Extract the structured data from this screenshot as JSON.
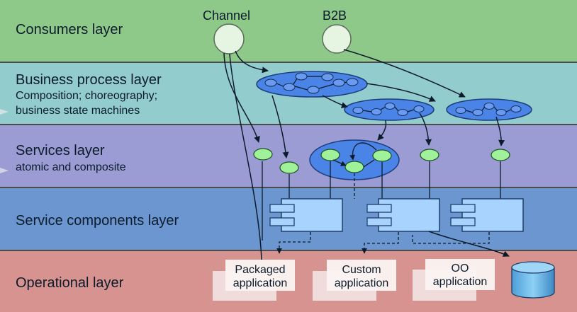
{
  "layers": [
    {
      "title": "Consumers layer",
      "subtitle1": "",
      "subtitle2": "",
      "color": "#8fc98a"
    },
    {
      "title": "Business process layer",
      "subtitle1": "Composition; choreography;",
      "subtitle2": "business state machines",
      "color": "#93cccd"
    },
    {
      "title": "Services layer",
      "subtitle1": "atomic and composite",
      "subtitle2": "",
      "color": "#9c9cd4"
    },
    {
      "title": "Service components layer",
      "subtitle1": "",
      "subtitle2": "",
      "color": "#6b96cf"
    },
    {
      "title": "Operational layer",
      "subtitle1": "",
      "subtitle2": "",
      "color": "#d7938f"
    }
  ],
  "consumers": {
    "channel": "Channel",
    "b2b": "B2B"
  },
  "applications": {
    "packaged": [
      "Packaged",
      "application"
    ],
    "custom": [
      "Custom",
      "application"
    ],
    "oo": [
      "OO",
      "application"
    ]
  },
  "colors": {
    "process_blue": "#4a84e6",
    "service_green": "#9ff19a",
    "component_blue": "#a9d3ff",
    "database": "#6cb5e4"
  }
}
